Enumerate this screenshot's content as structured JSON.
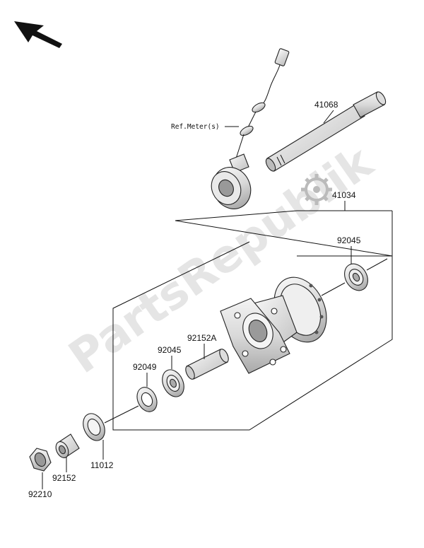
{
  "watermark": "PartsRepublik",
  "reference_text": "Ref.Meter(s)",
  "parts": {
    "p41068": "41068",
    "p41034": "41034",
    "p92045_top": "92045",
    "p92152A": "92152A",
    "p92045_left": "92045",
    "p92049": "92049",
    "p11012": "11012",
    "p92152": "92152",
    "p92210": "92210"
  },
  "icons": [
    "direction-arrow-icon",
    "gear-icon"
  ],
  "colors": {
    "lines": "#111111",
    "watermark": "#cfcfcf"
  }
}
